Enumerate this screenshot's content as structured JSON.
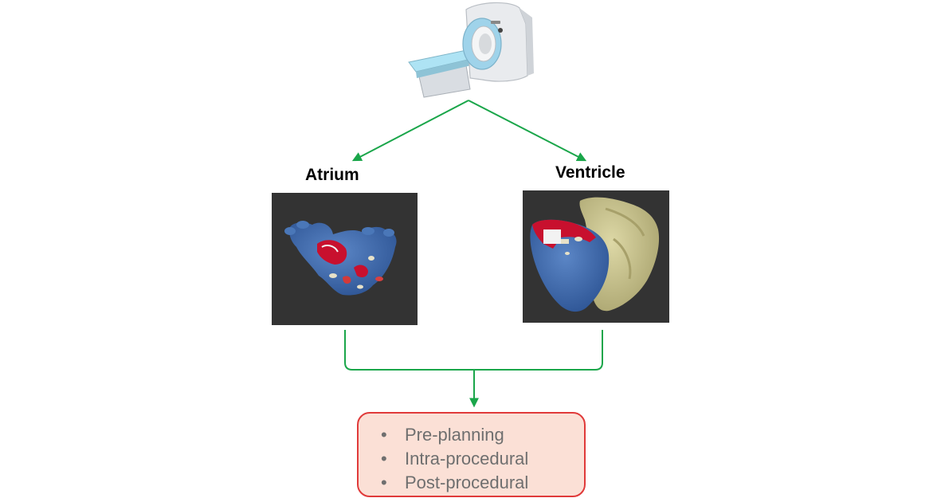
{
  "labels": {
    "atrium": "Atrium",
    "ventricle": "Ventricle"
  },
  "outcomes": [
    "Pre-planning",
    "Intra-procedural",
    "Post-procedural"
  ],
  "colors": {
    "arrow": "#1aa64a",
    "box_border": "#e03a3a",
    "box_fill": "#fbe0d6",
    "panel_bg": "#333333",
    "heart_blue": "#3b68ad",
    "scar_red": "#c8102e",
    "ventricle_yellow": "#c9c38a"
  },
  "icons": {
    "scanner": "mri-scanner-icon"
  }
}
